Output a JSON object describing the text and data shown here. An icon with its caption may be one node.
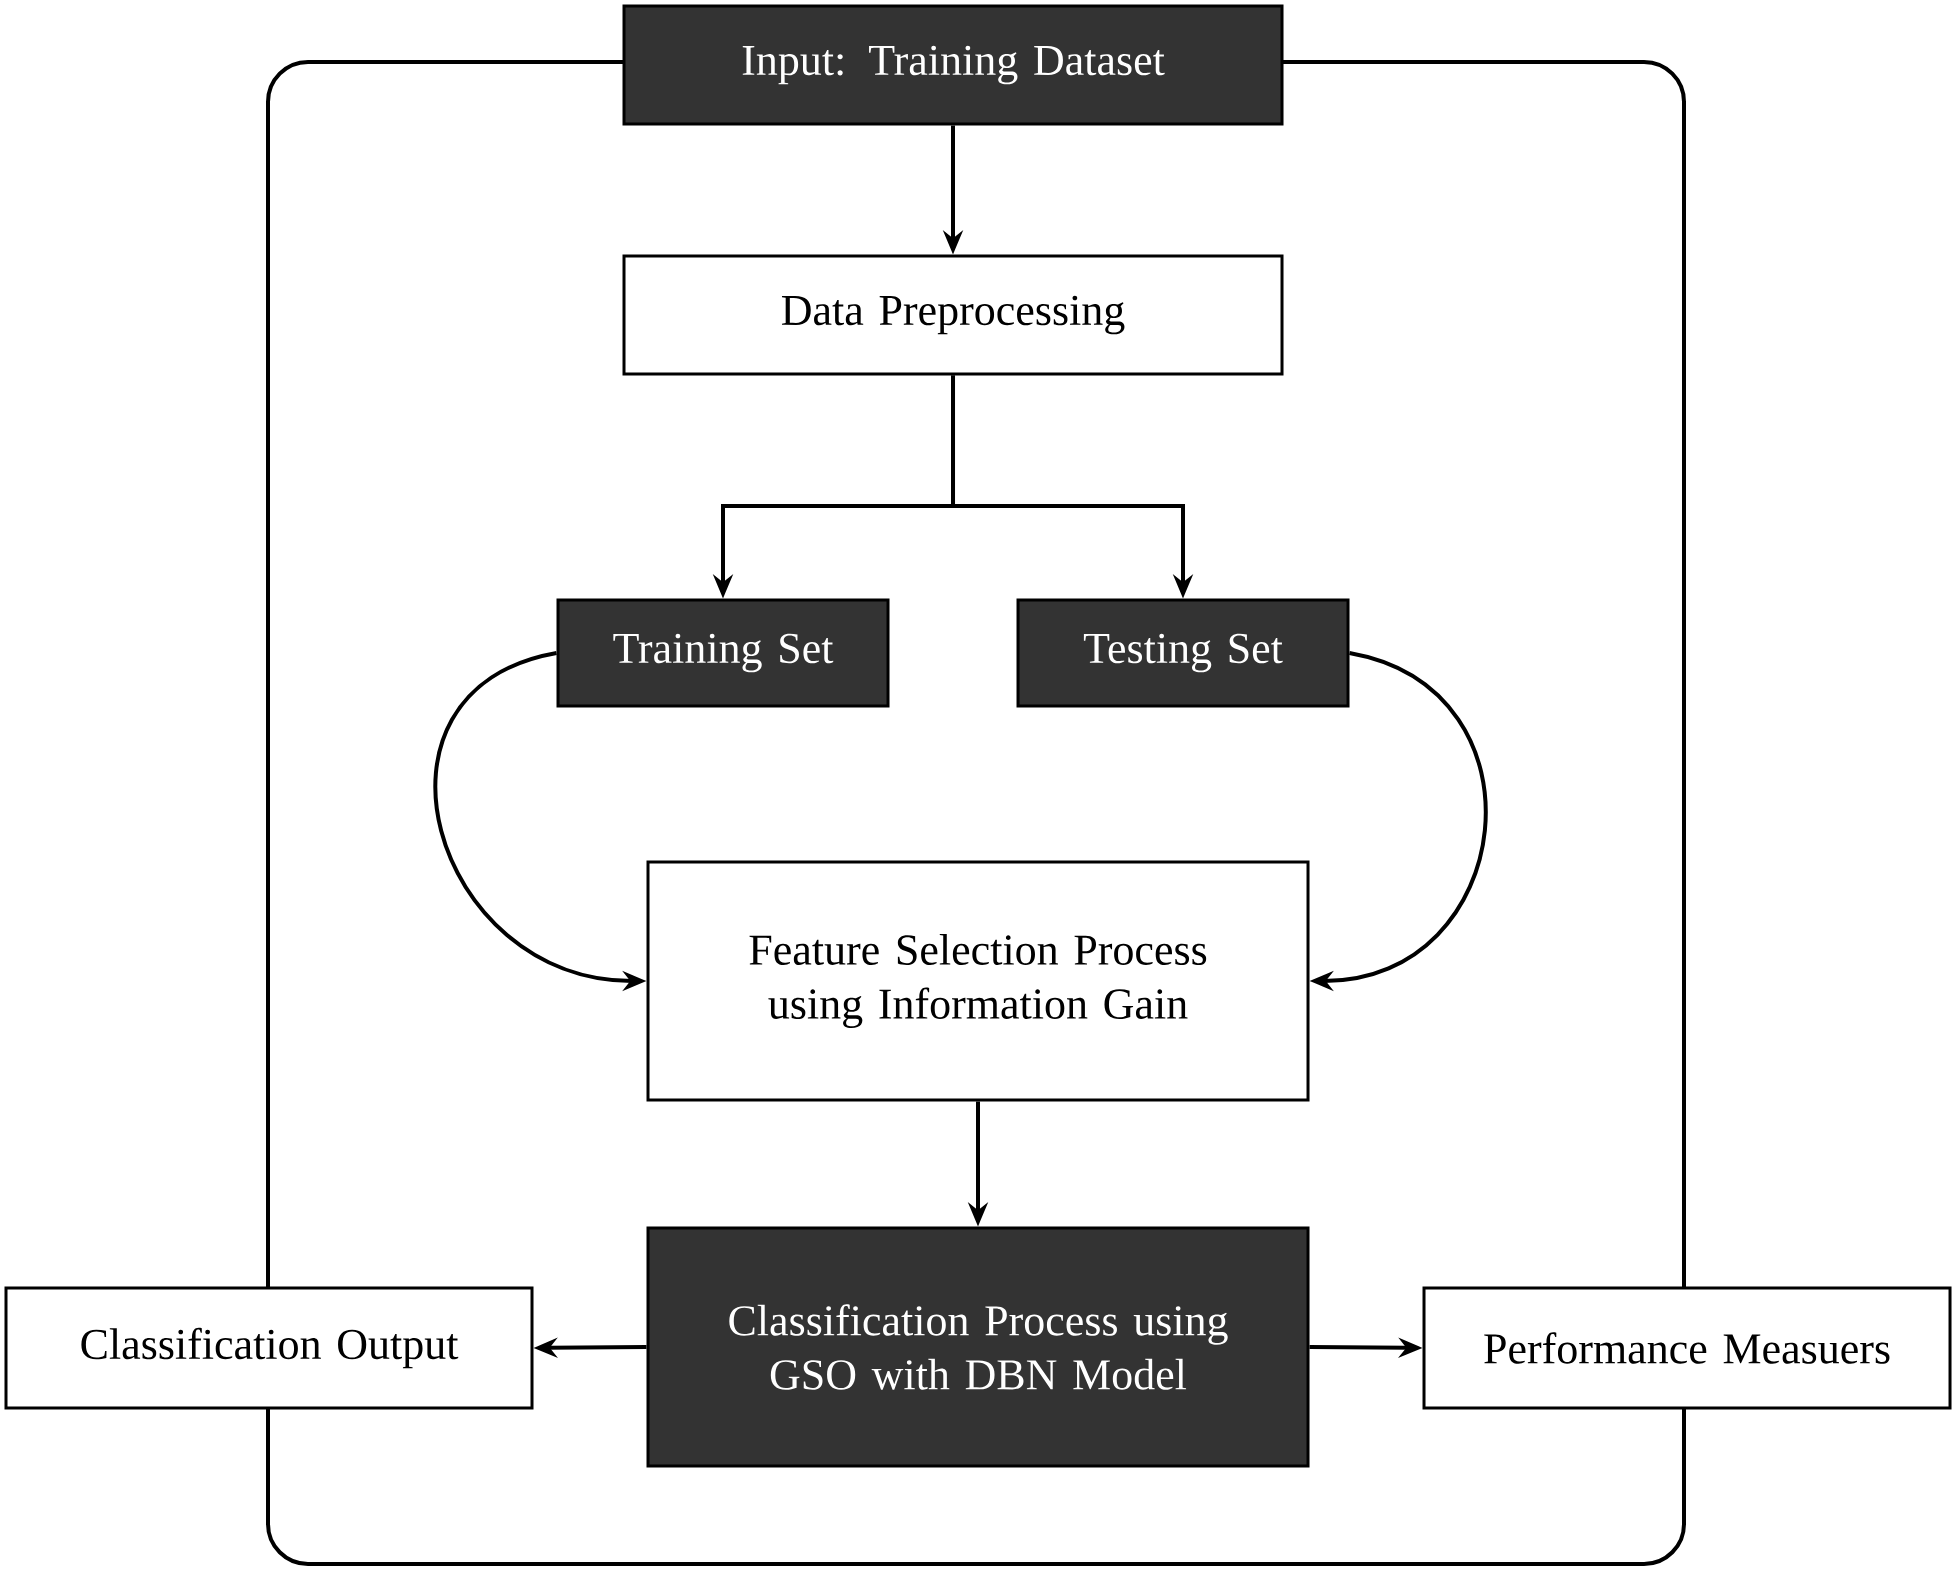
{
  "diagram": {
    "nodes": [
      {
        "text": [
          "Input: Training Dataset"
        ]
      },
      {
        "text": [
          "Data Preprocessing"
        ]
      },
      {
        "text": [
          "Training Set"
        ]
      },
      {
        "text": [
          "Testing Set"
        ]
      },
      {
        "text": [
          "Feature Selection Process using Information Gain"
        ]
      },
      {
        "text": [
          "Classification Process using GSO with DBN Model"
        ]
      },
      {
        "text": [
          "Classification Output"
        ]
      },
      {
        "text": [
          "Performance Measuers"
        ]
      }
    ],
    "edges": [
      {
        "from": 0,
        "to": 1,
        "arrow": "to"
      },
      {
        "from": 1,
        "to": 2,
        "arrow": "to"
      },
      {
        "from": 1,
        "to": 3,
        "arrow": "to"
      },
      {
        "from": 2,
        "to": 4,
        "arrow": "to"
      },
      {
        "from": 3,
        "to": 4,
        "arrow": "to"
      },
      {
        "from": 4,
        "to": 5,
        "arrow": "to"
      },
      {
        "from": 5,
        "to": 6,
        "arrow": "to"
      },
      {
        "from": 5,
        "to": 7,
        "arrow": "to"
      }
    ]
  }
}
